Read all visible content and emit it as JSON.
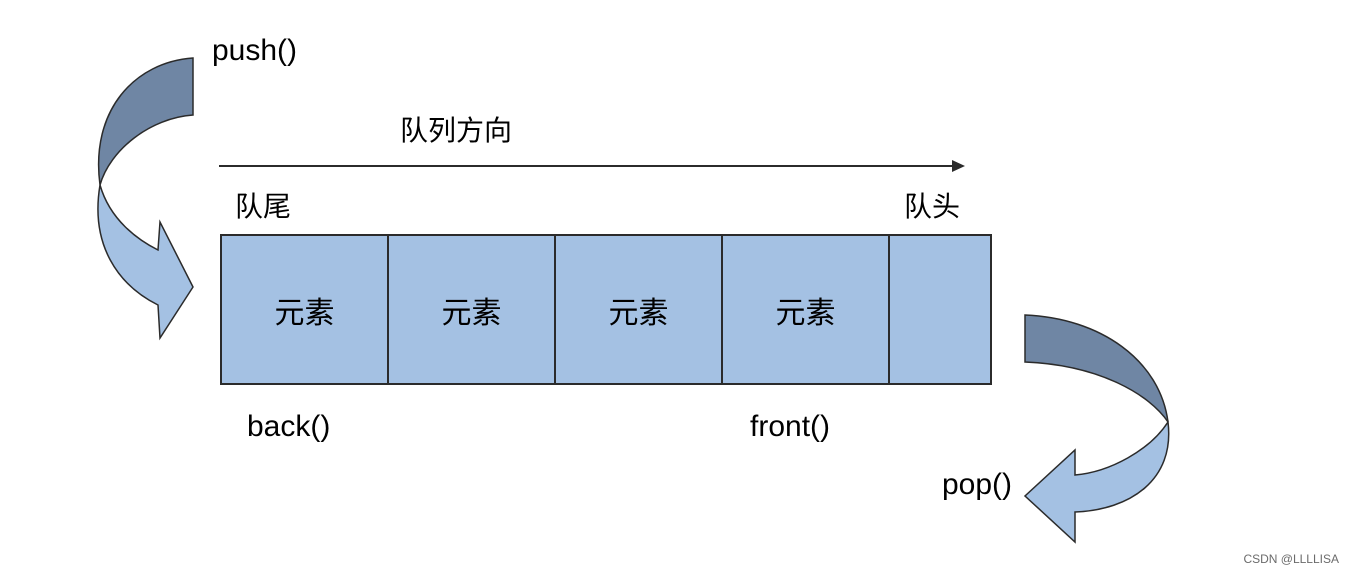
{
  "labels": {
    "push": "push()",
    "direction": "队列方向",
    "tail": "队尾",
    "head": "队头",
    "back": "back()",
    "front": "front()",
    "pop": "pop()"
  },
  "queue": {
    "cells": [
      {
        "text": "元素"
      },
      {
        "text": "元素"
      },
      {
        "text": "元素"
      },
      {
        "text": "元素"
      },
      {
        "text": ""
      }
    ]
  },
  "colors": {
    "cell_fill": "#a4c1e3",
    "arrow_dark": "#6f86a4",
    "arrow_light": "#a4c1e3",
    "outline": "#2b2b2b"
  },
  "watermark": "CSDN @LLLLISA"
}
